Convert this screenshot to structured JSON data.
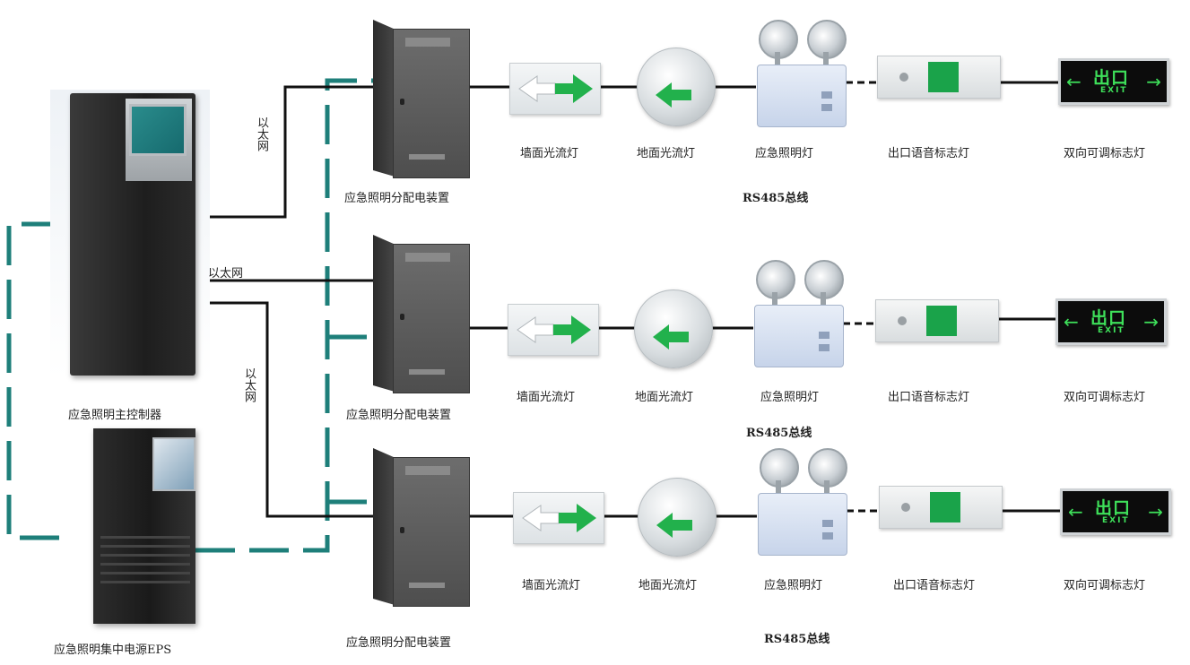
{
  "labels": {
    "main_controller": "应急照明主控制器",
    "eps": "应急照明集中电源EPS",
    "ethernet": "以太网",
    "distribution_box": "应急照明分配电装置",
    "wall_light": "墙面光流灯",
    "floor_light": "地面光流灯",
    "emergency_light": "应急照明灯",
    "exit_voice_sign": "出口语音标志灯",
    "bidirectional_sign": "双向可调标志灯",
    "bus": "RS485总线",
    "exit_cn": "出口",
    "exit_en": "EXIT"
  },
  "colors": {
    "wire": "#111111",
    "dashed_link": "#1e7f7a",
    "green_arrow": "#22b14c"
  },
  "icons": {
    "wall_arrow": "double-arrow-icon",
    "floor_arrow": "left-arrow-icon",
    "exit_figure": "running-man-icon"
  }
}
